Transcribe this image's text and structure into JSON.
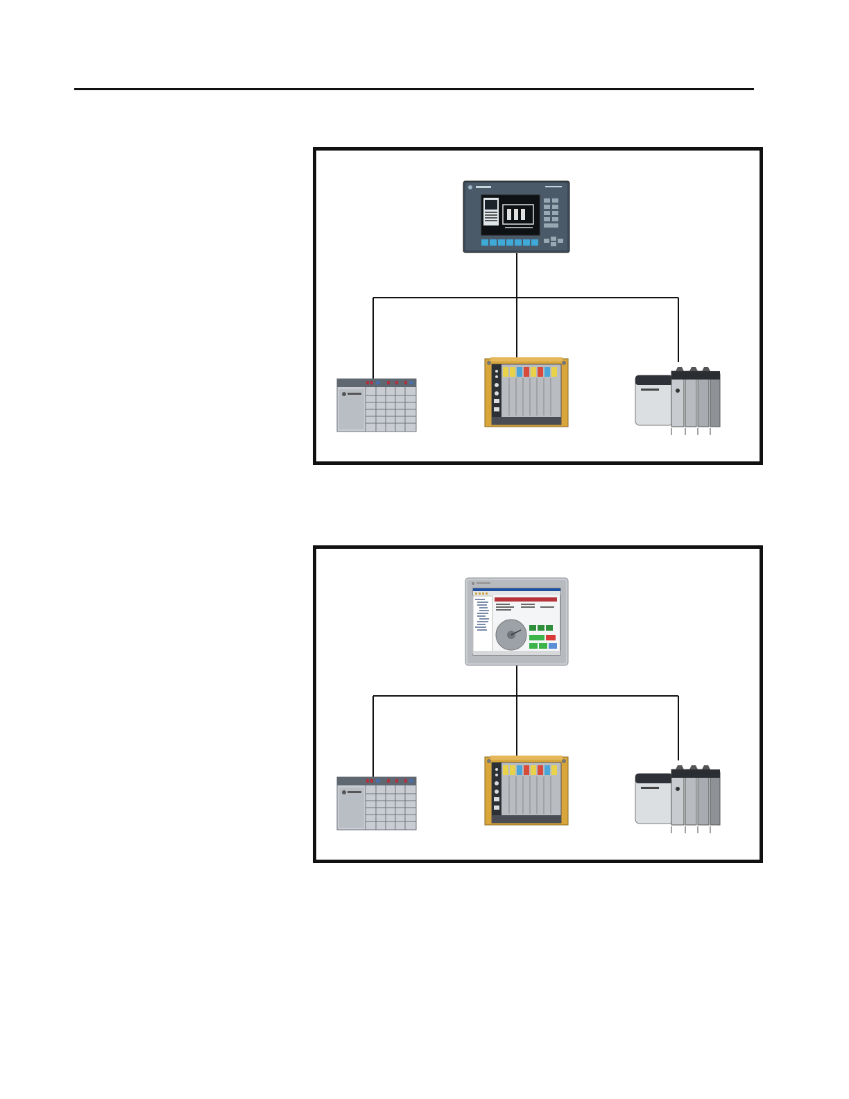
{
  "page": {
    "background": "#ffffff",
    "rule_color": "#111111"
  },
  "diagrams": [
    {
      "id": "network-1",
      "hmi_type": "keypad-operator-terminal",
      "hmi_icon": "operator-panel-icon",
      "devices": [
        {
          "icon": "io-chassis-icon"
        },
        {
          "icon": "distributed-io-rack-icon"
        },
        {
          "icon": "controllogix-chassis-icon"
        }
      ]
    },
    {
      "id": "network-2",
      "hmi_type": "touchscreen-operator-terminal",
      "hmi_icon": "touchscreen-panel-icon",
      "devices": [
        {
          "icon": "io-chassis-icon"
        },
        {
          "icon": "distributed-io-rack-icon"
        },
        {
          "icon": "controllogix-chassis-icon"
        }
      ]
    }
  ]
}
